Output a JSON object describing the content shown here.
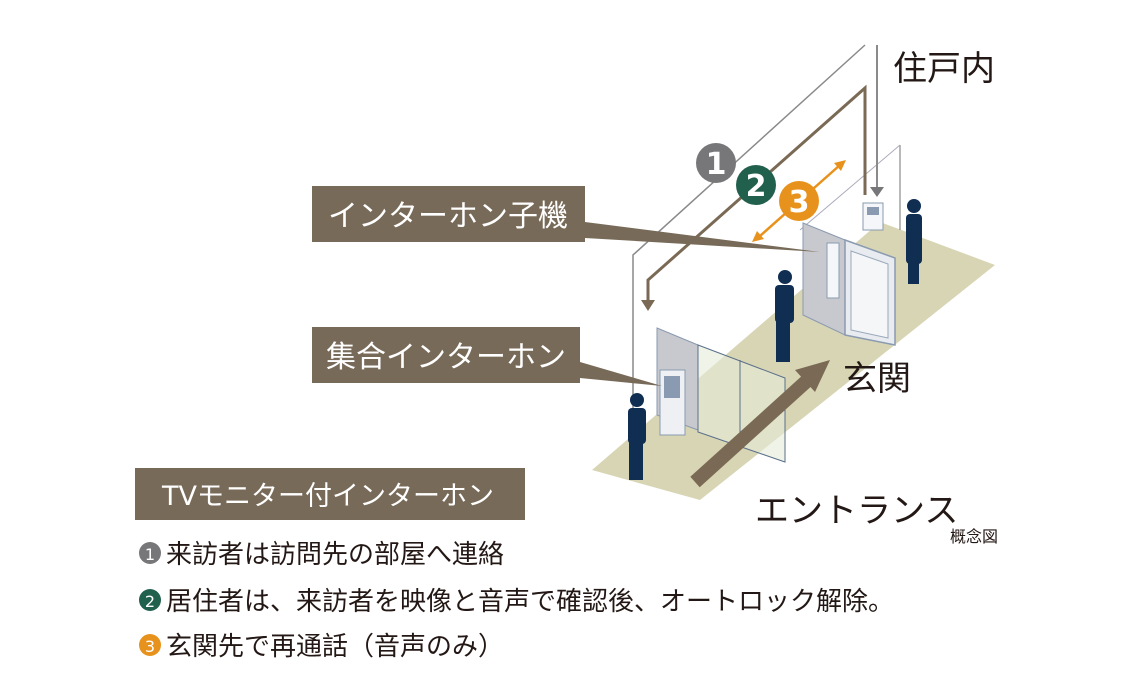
{
  "labels": {
    "inside_unit": "住戸内",
    "entrance_hall": "玄関",
    "entrance": "エントランス",
    "concept": "概念図",
    "handset_callout": "インターホン子機",
    "collective_callout": "集合インターホン",
    "tv_title": "TVモニター付インターホン"
  },
  "steps": [
    {
      "num": "1",
      "text": "来訪者は訪問先の部屋へ連絡",
      "color": "#77777a"
    },
    {
      "num": "2",
      "text": "居住者は、来訪者を映像と音声で確認後、オートロック解除。",
      "color": "#22604e"
    },
    {
      "num": "3",
      "text": "玄関先で再通話（音声のみ）",
      "color": "#e8921e"
    }
  ],
  "colors": {
    "callout": "#786a58",
    "floor": "#d8d5b5",
    "person": "#102d52",
    "arrow": "#7a6a55"
  }
}
